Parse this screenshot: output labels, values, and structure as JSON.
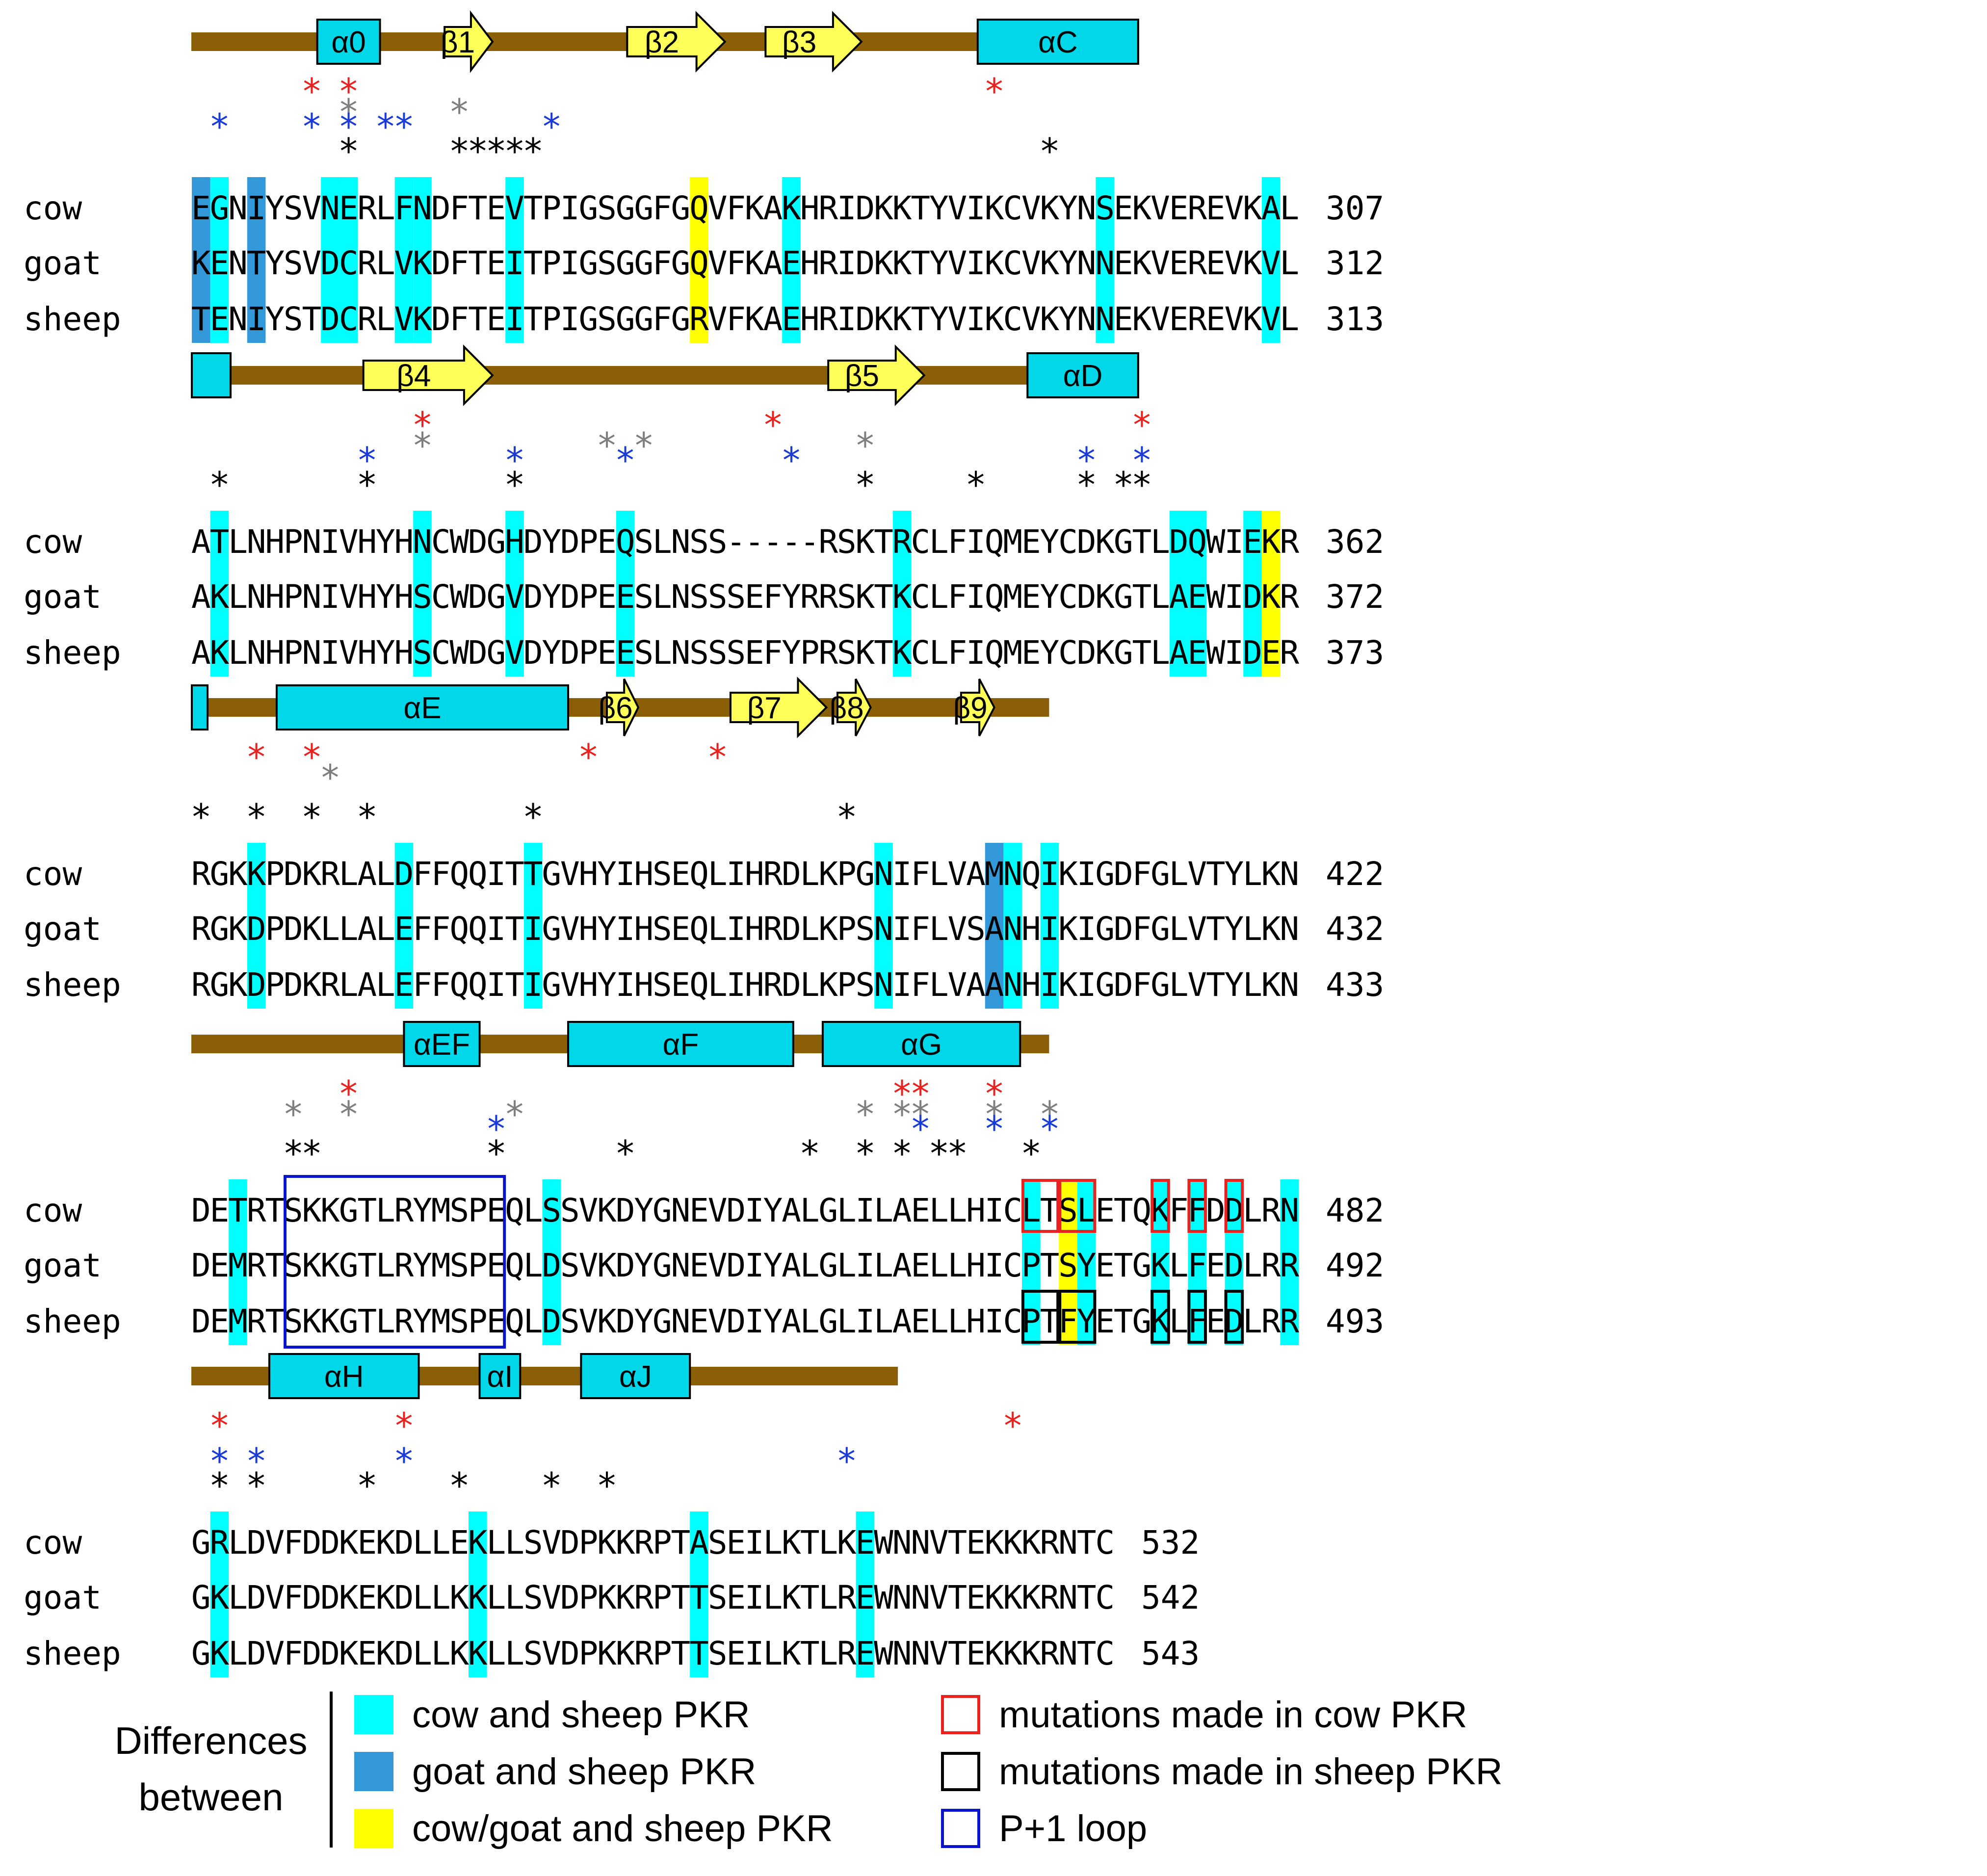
{
  "legend": {
    "group_label_line1": "Differences",
    "group_label_line2": "between",
    "items": [
      {
        "text": "cow and sheep PKR",
        "color": "#00ffff",
        "kind": "fill"
      },
      {
        "text": "goat and sheep PKR",
        "color": "#3398d8",
        "kind": "fill"
      },
      {
        "text": "cow/goat and sheep PKR",
        "color": "#ffff00",
        "kind": "fill"
      },
      {
        "text": "mutations made in cow PKR",
        "color": "#e8231f",
        "kind": "box"
      },
      {
        "text": "mutations made in sheep PKR",
        "color": "#000000",
        "kind": "box"
      },
      {
        "text": "P+1 loop",
        "color": "#0a14c8",
        "kind": "box"
      }
    ]
  },
  "colors": {
    "backbone": "#8b5e08",
    "helix": "#00d7e8",
    "strand": "#ffff5a",
    "cow_sheep": "#00ffff",
    "goat_sheep": "#3398d8",
    "cowgoat_sheep": "#ffff00",
    "star_black": "#000000",
    "star_red": "#e8231f",
    "star_blue": "#1a3bd6",
    "star_gray": "#7f7f7f",
    "mut_cow": "#e8231f",
    "mut_sheep": "#000000",
    "p1loop": "#0a14c8"
  },
  "blocks": [
    {
      "names": [
        "cow",
        "goat",
        "sheep"
      ],
      "seqs": [
        "EGNIYSVNERLFNDFTEVTPIGSGGFGQVFKAKHRIDKKTYVIKCVKYNSEKVEREVKAL",
        "KENTYSVDCRLVKDFTEITPIGSGGFGQVFKAEHRIDKKTYVIKCVKYNNEKVEREVKVL",
        "TENIYSTDCRLVKDFTEITPIGSGGFGRVFKAEHRIDKKTYVIKCVKYNNEKVEREVKVL"
      ],
      "ends": [
        "307",
        "312",
        "313"
      ],
      "features": [
        {
          "type": "helix",
          "label": "α0",
          "from": 6.8,
          "to": 10.2
        },
        {
          "type": "strand",
          "label": "β1",
          "from": 13.7,
          "to": 16.3
        },
        {
          "type": "strand",
          "label": "β2",
          "from": 23.6,
          "to": 28.9
        },
        {
          "type": "strand",
          "label": "β3",
          "from": 31.1,
          "to": 36.3
        },
        {
          "type": "helix",
          "label": "αC",
          "from": 42.6,
          "to": 51.3
        }
      ],
      "backbone": [
        0,
        51.3
      ],
      "stars": {
        "black": [
          8,
          14,
          15,
          16,
          17,
          18,
          46
        ],
        "blue": [
          1,
          6,
          8,
          10,
          11,
          19
        ],
        "gray": [
          8,
          14
        ],
        "red": [
          6,
          8,
          43
        ]
      }
    },
    {
      "names": [
        "cow",
        "goat",
        "sheep"
      ],
      "seqs": [
        "ATLNHPNIVHYHNCWDGHDYDPEQSLNSS-----RSKTRCLFIQMEYCDKGTLDQWIEKR",
        "AKLNHPNIVHYHSCWDGVDYDPEESLNSSSEFYRRSKTKCLFIQMEYCDKGTLAEWIDKR",
        "AKLNHPNIVHYHSCWDGVDYDPEESLNSSSEFYPRSKTKCLFIQMEYCDKGTLAEWIDER"
      ],
      "ends": [
        "362",
        "372",
        "373"
      ],
      "features": [
        {
          "type": "helix",
          "label": "",
          "from": 0,
          "to": 2.1
        },
        {
          "type": "strand",
          "label": "β4",
          "from": 9.3,
          "to": 16.3
        },
        {
          "type": "strand",
          "label": "β5",
          "from": 34.5,
          "to": 39.7
        },
        {
          "type": "helix",
          "label": "αD",
          "from": 45.3,
          "to": 51.3
        }
      ],
      "backbone": [
        0,
        51.3
      ],
      "stars": {
        "black": [
          1,
          9,
          17,
          36,
          42,
          48,
          50,
          51
        ],
        "blue": [
          9,
          17,
          23,
          32,
          48,
          51
        ],
        "gray": [
          12,
          22,
          24,
          36
        ],
        "red": [
          12,
          31,
          51
        ]
      }
    },
    {
      "names": [
        "cow",
        "goat",
        "sheep"
      ],
      "seqs": [
        "RGKKPDKRLALDFFQQITTGVHYIHSEQLIHRDLKPGNIFLVAMNQIKIGDFGLVTYLKN",
        "RGKDPDKLLALEFFQQITIGVHYIHSEQLIHRDLKPSNIFLVSANHIKIGDFGLVTYLKN",
        "RGKDPDKRLALEFFQQITIGVHYIHSEQLIHRDLKPSNIFLVAANHIKIGDFGLVTYLKN"
      ],
      "ends": [
        "422",
        "432",
        "433"
      ],
      "features": [
        {
          "type": "helix",
          "label": "",
          "from": 0,
          "to": 0.85
        },
        {
          "type": "helix",
          "label": "αE",
          "from": 4.6,
          "to": 20.4
        },
        {
          "type": "strand",
          "label": "β6",
          "from": 22.5,
          "to": 24.2
        },
        {
          "type": "strand",
          "label": "β7",
          "from": 29.2,
          "to": 34.4
        },
        {
          "type": "strand",
          "label": "β8",
          "from": 35.0,
          "to": 36.8
        },
        {
          "type": "strand",
          "label": "β9",
          "from": 41.7,
          "to": 43.5
        }
      ],
      "backbone": [
        0,
        46.5
      ],
      "stars": {
        "black": [
          0,
          3,
          6,
          9,
          18,
          35
        ],
        "blue": [],
        "gray": [
          7
        ],
        "red": [
          3,
          6,
          21,
          28
        ]
      }
    },
    {
      "names": [
        "cow",
        "goat",
        "sheep"
      ],
      "seqs": [
        "DETRTSKKGTLRYMSPEQLSSVKDYGNEVDIYALGLILAELLHICLTSLETQKFFDDLRN",
        "DEMRTSKKGTLRYMSPEQLDSVKDYGNEVDIYALGLILAELLHICPTSYETGKLFEDLRR",
        "DEMRTSKKGTLRYMSPEQLDSVKDYGNEVDIYALGLILAELLHICPTFYETGKLFEDLRR"
      ],
      "ends": [
        "482",
        "492",
        "493"
      ],
      "features": [
        {
          "type": "helix",
          "label": "αEF",
          "from": 11.5,
          "to": 15.6
        },
        {
          "type": "helix",
          "label": "αF",
          "from": 20.4,
          "to": 32.6
        },
        {
          "type": "helix",
          "label": "αG",
          "from": 34.2,
          "to": 44.9
        }
      ],
      "backbone": [
        0,
        46.5
      ],
      "stars": {
        "black": [
          5,
          6,
          16,
          23,
          33,
          36,
          38,
          40,
          41,
          45
        ],
        "blue": [
          16,
          39,
          43,
          46
        ],
        "gray": [
          5,
          8,
          17,
          36,
          38,
          39,
          43,
          46
        ],
        "red": [
          8,
          38,
          39,
          43
        ]
      }
    },
    {
      "names": [
        "cow",
        "goat",
        "sheep"
      ],
      "seqs": [
        "GRLDVFDDKEKDLLEKLLSVDPKKRPTASEILKTLKEWNNVTEKKKRNTC",
        "GKLDVFDDKEKDLLKKLLSVDPKKRPTTSEILKTLREWNNVTEKKKRNTC",
        "GKLDVFDDKEKDLLKKLLSVDPKKRPTTSEILKTLREWNNVTEKKKRNTC"
      ],
      "ends": [
        "532",
        "542",
        "543"
      ],
      "features": [
        {
          "type": "helix",
          "label": "αH",
          "from": 4.2,
          "to": 12.3
        },
        {
          "type": "helix",
          "label": "αI",
          "from": 15.6,
          "to": 17.8
        },
        {
          "type": "helix",
          "label": "αJ",
          "from": 21.1,
          "to": 27.0
        }
      ],
      "backbone": [
        0,
        38.3
      ],
      "stars": {
        "black": [
          1,
          3,
          9,
          14,
          19,
          22
        ],
        "blue": [
          1,
          3,
          11,
          35
        ],
        "gray": [],
        "red": [
          1,
          11,
          44
        ]
      }
    }
  ],
  "highlights": [
    {
      "block": 0,
      "pos": 0,
      "rows": [
        0,
        1,
        2
      ],
      "color": "goat_sheep"
    },
    {
      "block": 0,
      "pos": 1,
      "rows": [
        0,
        1,
        2
      ],
      "color": "cow_sheep"
    },
    {
      "block": 0,
      "pos": 3,
      "rows": [
        0,
        1,
        2
      ],
      "color": "goat_sheep"
    },
    {
      "block": 0,
      "pos": 7,
      "rows": [
        0,
        1,
        2
      ],
      "color": "cow_sheep"
    },
    {
      "block": 0,
      "pos": 8,
      "rows": [
        0,
        1,
        2
      ],
      "color": "cow_sheep"
    },
    {
      "block": 0,
      "pos": 11,
      "rows": [
        0,
        1,
        2
      ],
      "color": "cow_sheep"
    },
    {
      "block": 0,
      "pos": 12,
      "rows": [
        0,
        1,
        2
      ],
      "color": "cow_sheep"
    },
    {
      "block": 0,
      "pos": 17,
      "rows": [
        0,
        1,
        2
      ],
      "color": "cow_sheep"
    },
    {
      "block": 0,
      "pos": 27,
      "rows": [
        0,
        1,
        2
      ],
      "color": "cowgoat_sheep"
    },
    {
      "block": 0,
      "pos": 32,
      "rows": [
        0,
        1,
        2
      ],
      "color": "cow_sheep"
    },
    {
      "block": 0,
      "pos": 49,
      "rows": [
        0,
        1,
        2
      ],
      "color": "cow_sheep"
    },
    {
      "block": 0,
      "pos": 58,
      "rows": [
        0,
        1,
        2
      ],
      "color": "cow_sheep"
    },
    {
      "block": 1,
      "pos": 1,
      "rows": [
        0,
        1,
        2
      ],
      "color": "cow_sheep"
    },
    {
      "block": 1,
      "pos": 12,
      "rows": [
        0,
        1,
        2
      ],
      "color": "cow_sheep"
    },
    {
      "block": 1,
      "pos": 17,
      "rows": [
        0,
        1,
        2
      ],
      "color": "cow_sheep"
    },
    {
      "block": 1,
      "pos": 23,
      "rows": [
        0,
        1,
        2
      ],
      "color": "cow_sheep"
    },
    {
      "block": 1,
      "pos": 38,
      "rows": [
        0,
        1,
        2
      ],
      "color": "cow_sheep"
    },
    {
      "block": 1,
      "pos": 53,
      "rows": [
        0,
        1,
        2
      ],
      "color": "cow_sheep"
    },
    {
      "block": 1,
      "pos": 54,
      "rows": [
        0,
        1,
        2
      ],
      "color": "cow_sheep"
    },
    {
      "block": 1,
      "pos": 57,
      "rows": [
        0,
        1,
        2
      ],
      "color": "cow_sheep"
    },
    {
      "block": 1,
      "pos": 58,
      "rows": [
        0,
        1,
        2
      ],
      "color": "cowgoat_sheep"
    },
    {
      "block": 2,
      "pos": 3,
      "rows": [
        0,
        1,
        2
      ],
      "color": "cow_sheep"
    },
    {
      "block": 2,
      "pos": 11,
      "rows": [
        0,
        1,
        2
      ],
      "color": "cow_sheep"
    },
    {
      "block": 2,
      "pos": 18,
      "rows": [
        0,
        1,
        2
      ],
      "color": "cow_sheep"
    },
    {
      "block": 2,
      "pos": 37,
      "rows": [
        0,
        1,
        2
      ],
      "color": "cow_sheep"
    },
    {
      "block": 2,
      "pos": 43,
      "rows": [
        0,
        1,
        2
      ],
      "color": "goat_sheep"
    },
    {
      "block": 2,
      "pos": 44,
      "rows": [
        0,
        1,
        2
      ],
      "color": "cow_sheep"
    },
    {
      "block": 2,
      "pos": 46,
      "rows": [
        0,
        1,
        2
      ],
      "color": "cow_sheep"
    },
    {
      "block": 3,
      "pos": 2,
      "rows": [
        0,
        1,
        2
      ],
      "color": "cow_sheep"
    },
    {
      "block": 3,
      "pos": 19,
      "rows": [
        0,
        1,
        2
      ],
      "color": "cow_sheep"
    },
    {
      "block": 3,
      "pos": 45,
      "rows": [
        0,
        1,
        2
      ],
      "color": "cow_sheep"
    },
    {
      "block": 3,
      "pos": 47,
      "rows": [
        0,
        1,
        2
      ],
      "color": "cowgoat_sheep"
    },
    {
      "block": 3,
      "pos": 48,
      "rows": [
        0,
        1,
        2
      ],
      "color": "cow_sheep"
    },
    {
      "block": 3,
      "pos": 52,
      "rows": [
        0,
        1,
        2
      ],
      "color": "cow_sheep"
    },
    {
      "block": 3,
      "pos": 54,
      "rows": [
        0,
        1,
        2
      ],
      "color": "cow_sheep"
    },
    {
      "block": 3,
      "pos": 56,
      "rows": [
        0,
        1,
        2
      ],
      "color": "cow_sheep"
    },
    {
      "block": 3,
      "pos": 59,
      "rows": [
        0,
        1,
        2
      ],
      "color": "cow_sheep"
    },
    {
      "block": 4,
      "pos": 1,
      "rows": [
        0,
        1,
        2
      ],
      "color": "cow_sheep"
    },
    {
      "block": 4,
      "pos": 15,
      "rows": [
        0,
        1,
        2
      ],
      "color": "cow_sheep"
    },
    {
      "block": 4,
      "pos": 27,
      "rows": [
        0,
        1,
        2
      ],
      "color": "cow_sheep"
    },
    {
      "block": 4,
      "pos": 36,
      "rows": [
        0,
        1,
        2
      ],
      "color": "cow_sheep"
    }
  ],
  "boxes": [
    {
      "block": 3,
      "row": 0,
      "from": 45,
      "to": 46,
      "color": "mut_cow"
    },
    {
      "block": 3,
      "row": 0,
      "from": 47,
      "to": 48,
      "color": "mut_cow"
    },
    {
      "block": 3,
      "row": 0,
      "from": 52,
      "to": 52,
      "color": "mut_cow"
    },
    {
      "block": 3,
      "row": 0,
      "from": 54,
      "to": 54,
      "color": "mut_cow"
    },
    {
      "block": 3,
      "row": 0,
      "from": 56,
      "to": 56,
      "color": "mut_cow"
    },
    {
      "block": 3,
      "row": 2,
      "from": 45,
      "to": 46,
      "color": "mut_sheep"
    },
    {
      "block": 3,
      "row": 2,
      "from": 47,
      "to": 48,
      "color": "mut_sheep"
    },
    {
      "block": 3,
      "row": 2,
      "from": 52,
      "to": 52,
      "color": "mut_sheep"
    },
    {
      "block": 3,
      "row": 2,
      "from": 54,
      "to": 54,
      "color": "mut_sheep"
    },
    {
      "block": 3,
      "row": 2,
      "from": 56,
      "to": 56,
      "color": "mut_sheep"
    },
    {
      "block": 3,
      "row": -1,
      "from": 5,
      "to": 16,
      "color": "p1loop"
    }
  ]
}
